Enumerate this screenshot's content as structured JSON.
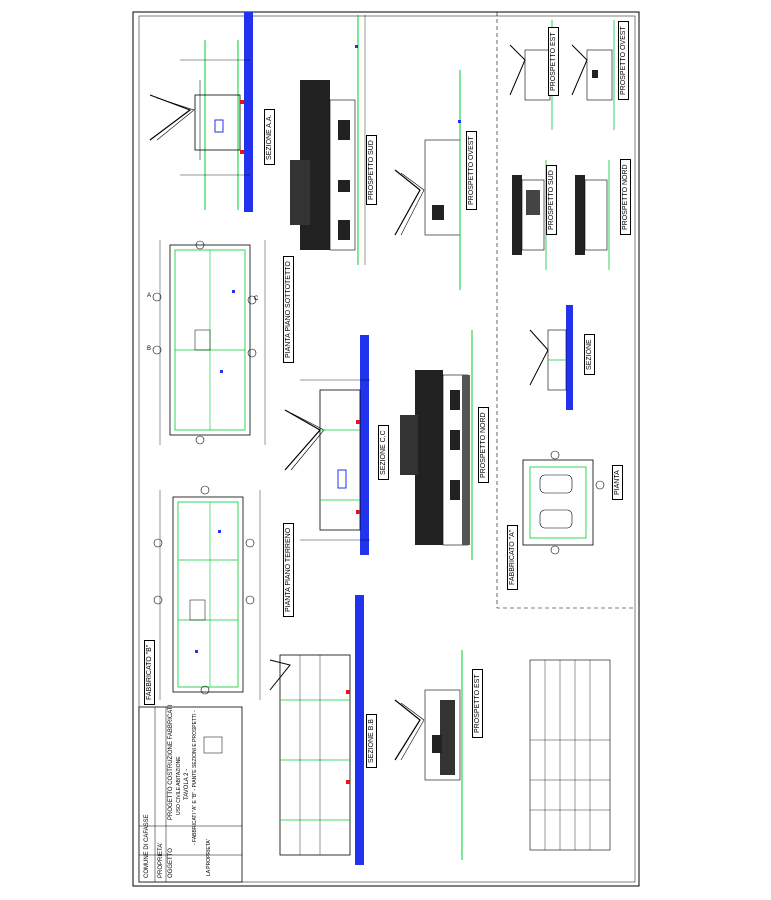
{
  "title_block": {
    "comune": "COMUNE DI CAFASSE",
    "proprieta_label": "PROPRIETA'",
    "oggetto_label": "OGGETTO",
    "progetto": "PROGETTO COSTRUZIONE FABBRICATI",
    "uso": "USO CIVILE ABITAZIONE",
    "tavola": "TAVOLA 2 -",
    "descrizione": "- FABBRICATI \"A\" E \"B\" - PIANTE SEZIONI E PROSPETTI -",
    "la_proprieta": "LA PROPRIETA'"
  },
  "fabbricato_b": {
    "label": "FABBRICATO \"B\"",
    "pianta_terreno": "PIANTA PIANO TERRENO",
    "pianta_sottotetto": "PIANTA PIANO SOTTOTETTO",
    "sezione_aa": "SEZIONE A.A.",
    "sezione_bb": "SEZIONE B.B",
    "sezione_cc": "SEZIONE C.C",
    "prospetto_sud": "PROSPETTO SUD",
    "prospetto_ovest": "PROSPETTO OVEST",
    "prospetto_nord": "PROSPETTO NORD",
    "prospetto_est": "PROSPETTO EST"
  },
  "fabbricato_a": {
    "label": "FABBRICATO \"A\"",
    "pianta": "PIANTA",
    "sezione": "SEZIONE",
    "prospetto_est": "PROSPETTO EST",
    "prospetto_ovest": "PROSPETTO OVEST",
    "prospetto_sud": "PROSPETTO SUD",
    "prospetto_nord": "PROSPETTO NORD"
  },
  "section_marks": [
    "A",
    "B",
    "C"
  ],
  "colors": {
    "line": "#000000",
    "green": "#00cc33",
    "blue": "#2233ee",
    "red": "#ee1111",
    "grass": "#33dd44"
  }
}
